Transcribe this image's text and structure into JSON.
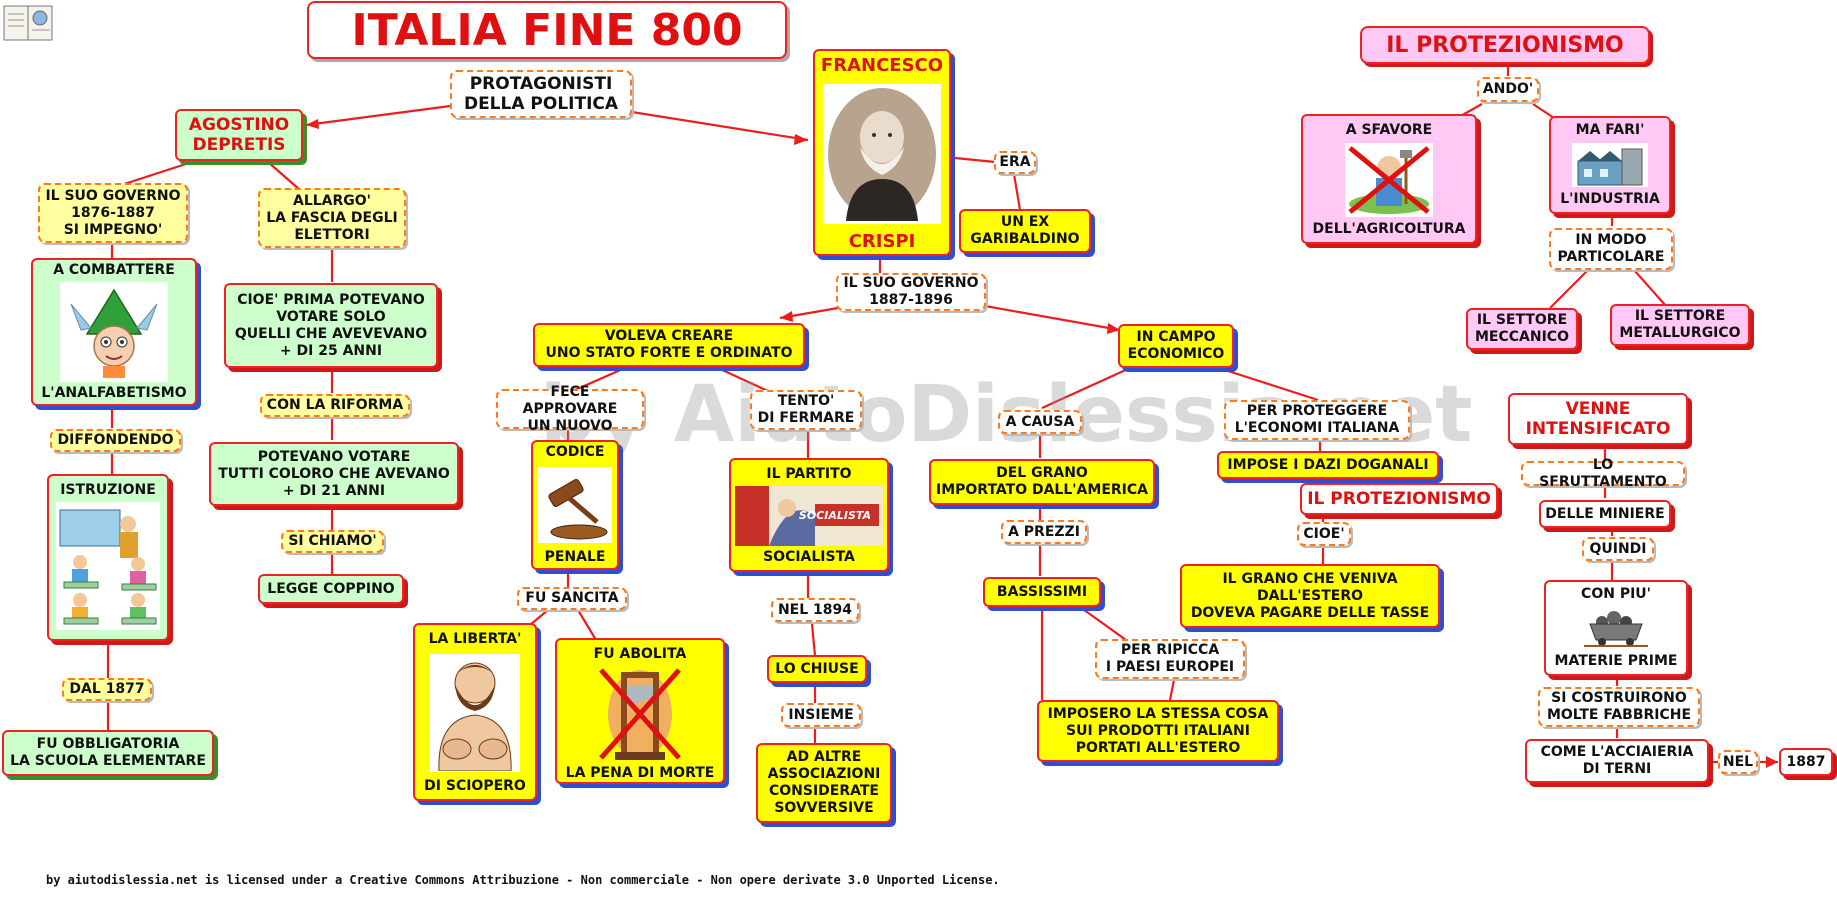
{
  "title": "ITALIA FINE 800",
  "watermark": "by AiutoDislessia.net",
  "license": "by aiutodislessia.net is licensed under a Creative Commons Attribuzione - Non commerciale - Non opere derivate 3.0 Unported License.",
  "nodes": {
    "protagonisti": "PROTAGONISTI\nDELLA POLITICA",
    "depretis": "AGOSTINO\nDEPRETIS",
    "dep_governo": "IL SUO GOVERNO\n1876-1887\nSI IMPEGNO'",
    "combattere": "A COMBATTERE",
    "analfabetismo": "L'ANALFABETISMO",
    "diffondendo": "DIFFONDENDO",
    "istruzione": "ISTRUZIONE",
    "dal1877": "DAL 1877",
    "obbligatoria": "FU OBBLIGATORIA\nLA SCUOLA ELEMENTARE",
    "allargo": "ALLARGO'\nLA FASCIA DEGLI\nELETTORI",
    "cioe_prima": "CIOE' PRIMA POTEVANO\nVOTARE SOLO\nQUELLI CHE AVEVEVANO\n+ DI 25 ANNI",
    "con_riforma": "CON LA RIFORMA",
    "potevano": "POTEVANO VOTARE\nTUTTI COLORO CHE AVEVANO\n+ DI 21 ANNI",
    "si_chiamo": "SI CHIAMO'",
    "coppino": "LEGGE COPPINO",
    "francesco": "FRANCESCO",
    "crispi": "CRISPI",
    "era": "ERA",
    "garibaldino": "UN EX\nGARIBALDINO",
    "cr_governo": "IL SUO GOVERNO\n1887-1896",
    "voleva": "VOLEVA CREARE\nUNO STATO FORTE E ORDINATO",
    "fece": "FECE APPROVARE\nUN NUOVO",
    "codice": "CODICE",
    "penale": "PENALE",
    "fu_sancita": "FU SANCITA",
    "liberta": "LA LIBERTA'",
    "sciopero": "DI SCIOPERO",
    "fu_abolita": "FU ABOLITA",
    "pena_morte": "LA PENA DI MORTE",
    "tento": "TENTO'\nDI FERMARE",
    "partito": "IL PARTITO",
    "socialista": "SOCIALISTA",
    "poster": "SOCIALISTA",
    "nel1894": "NEL 1894",
    "lo_chiuse": "LO CHIUSE",
    "insieme": "INSIEME",
    "associazioni": "AD ALTRE\nASSOCIAZIONI\nCONSIDERATE\nSOVVERSIVE",
    "campo": "IN CAMPO\nECONOMICO",
    "a_causa": "A CAUSA",
    "grano": "DEL GRANO\nIMPORTATO DALL'AMERICA",
    "a_prezzi": "A PREZZI",
    "bassissimi": "BASSISSIMI",
    "ripicca": "PER RIPICCA\nI PAESI EUROPEI",
    "imposero": "IMPOSERO LA STESSA COSA\nSUI PRODOTTI ITALIANI\nPORTATI ALL'ESTERO",
    "proteggere": "PER PROTEGGERE\nL'ECONOMI ITALIANA",
    "dazi": "IMPOSE I DAZI DOGANALI",
    "protezionismo_small": "IL PROTEZIONISMO",
    "cioe": "CIOE'",
    "grano_estero": "IL GRANO CHE VENIVA\nDALL'ESTERO\nDOVEVA PAGARE DELLE TASSE",
    "protezionismo": "IL PROTEZIONISMO",
    "ando": "ANDO'",
    "sfavore": "A SFAVORE",
    "agricoltura": "DELL'AGRICOLTURA",
    "ma_fari": "MA FARI'",
    "industria": "L'INDUSTRIA",
    "modo": "IN MODO\nPARTICOLARE",
    "meccanico": "IL SETTORE\nMECCANICO",
    "metallurgico": "IL SETTORE\nMETALLURGICO",
    "intensificato": "VENNE\nINTENSIFICATO",
    "sfruttamento": "LO SFRUTTAMENTO",
    "miniere": "DELLE MINIERE",
    "quindi": "QUINDI",
    "con_piu": "CON PIU'",
    "materie": "MATERIE PRIME",
    "costruirono": "SI COSTRUIRONO\nMOLTE FABBRICHE",
    "acciaieria": "COME L'ACCIAIERIA\nDI TERNI",
    "nel": "NEL",
    "anno1887": "1887"
  }
}
